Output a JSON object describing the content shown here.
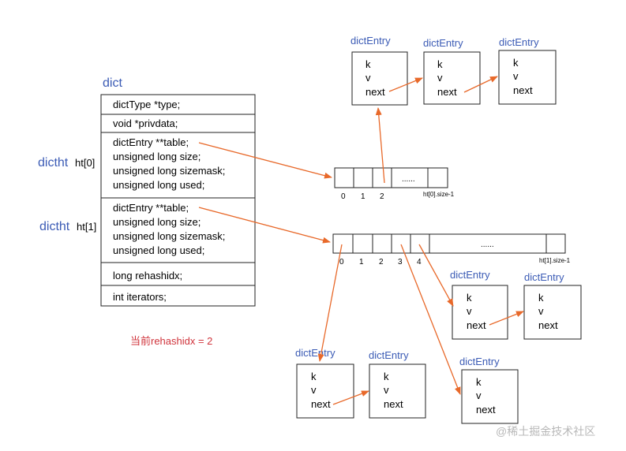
{
  "dict": {
    "title": "dict",
    "type_field": "dictType *type;",
    "privdata_field": "void *privdata;",
    "ht0_label_main": "dictht",
    "ht0_label_sub": "ht[0]",
    "ht1_label_main": "dictht",
    "ht1_label_sub": "ht[1]",
    "ht_fields": [
      "dictEntry **table;",
      "unsigned long size;",
      "unsigned long sizemask;",
      "unsigned long used;"
    ],
    "rehashidx_field": "long rehashidx;",
    "iterators_field": "int iterators;"
  },
  "rehash_note": "当前rehashidx = 2",
  "rehash_note_color": "#d0343c",
  "entry": {
    "title": "dictEntry",
    "k": "k",
    "v": "v",
    "next": "next"
  },
  "table0": {
    "indices": [
      "0",
      "1",
      "2"
    ],
    "ellipsis": "......",
    "last": "ht[0].size-1"
  },
  "table1": {
    "indices": [
      "0",
      "1",
      "2",
      "3",
      "4"
    ],
    "ellipsis": "......",
    "last": "ht[1].size-1"
  },
  "watermark": "@稀土掘金技术社区",
  "colors": {
    "title_blue": "#3b5bb5",
    "arrow_orange": "#e8692a"
  }
}
